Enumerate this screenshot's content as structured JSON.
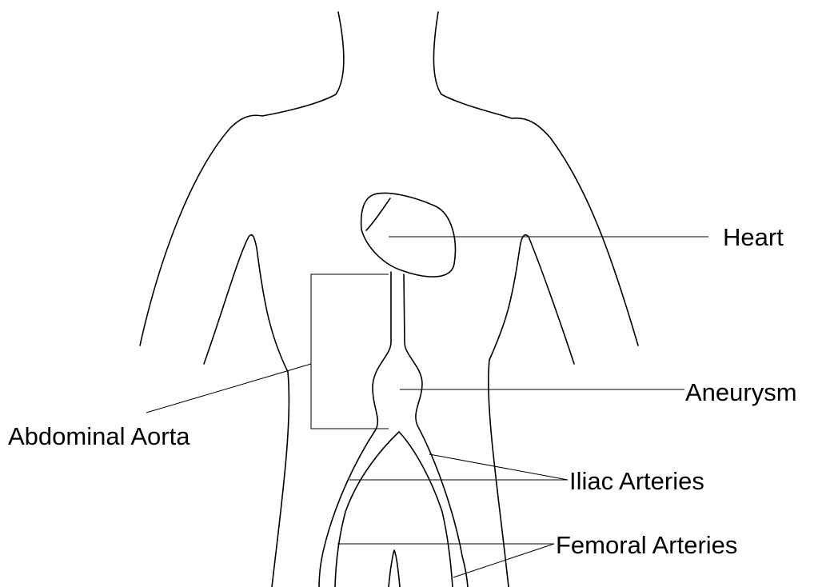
{
  "labels": {
    "heart": "Heart",
    "aneurysm": "Aneurysm",
    "abdominal_aorta": "Abdominal Aorta",
    "iliac_arteries": "Iliac Arteries",
    "femoral_arteries": "Femoral Arteries"
  },
  "colors": {
    "background": "#ffffff",
    "stroke": "#000000"
  }
}
